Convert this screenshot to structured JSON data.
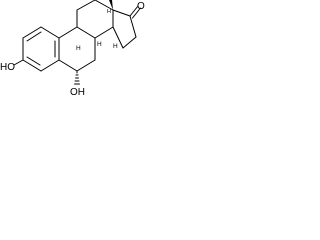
{
  "molecule": {
    "labels": {
      "c17_oxygen": "O",
      "c18_methyl_h": "H",
      "c3_hydroxyl": "HO",
      "c6_hydroxyl": "OH",
      "c8_h": "H",
      "c9_h": "H",
      "c14_h": "H"
    }
  },
  "colors": {
    "bond": "#000000",
    "background": "#ffffff"
  }
}
